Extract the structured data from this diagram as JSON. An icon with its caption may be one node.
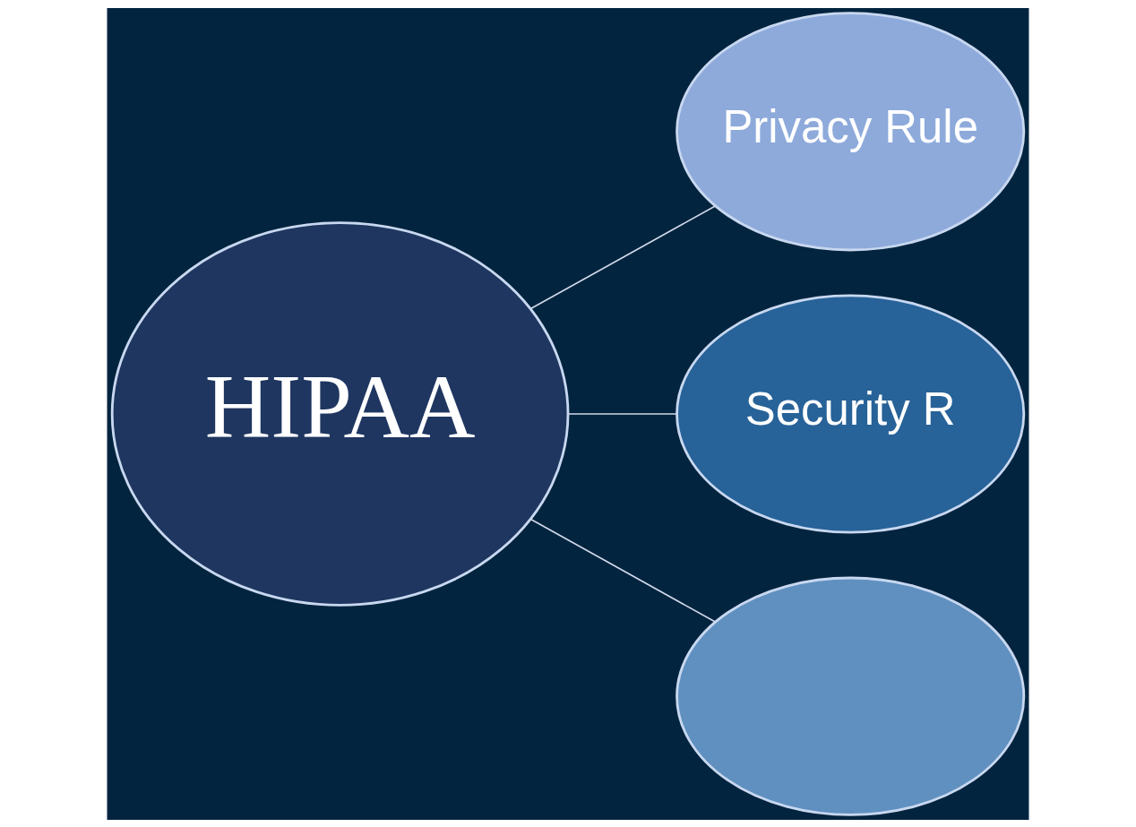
{
  "diagram": {
    "nodes": [
      {
        "text": [
          "HIPAA"
        ]
      },
      {
        "text": [
          "Privacy Rule"
        ]
      },
      {
        "text": [
          "Security R"
        ]
      },
      {
        "text": [],
        "shape": "ellipse"
      }
    ],
    "edges": [
      {
        "from": 0,
        "to": 1,
        "arrow": "none"
      },
      {
        "from": 0,
        "to": 2,
        "arrow": "none"
      },
      {
        "from": 0,
        "to": 3,
        "arrow": "none"
      }
    ]
  }
}
